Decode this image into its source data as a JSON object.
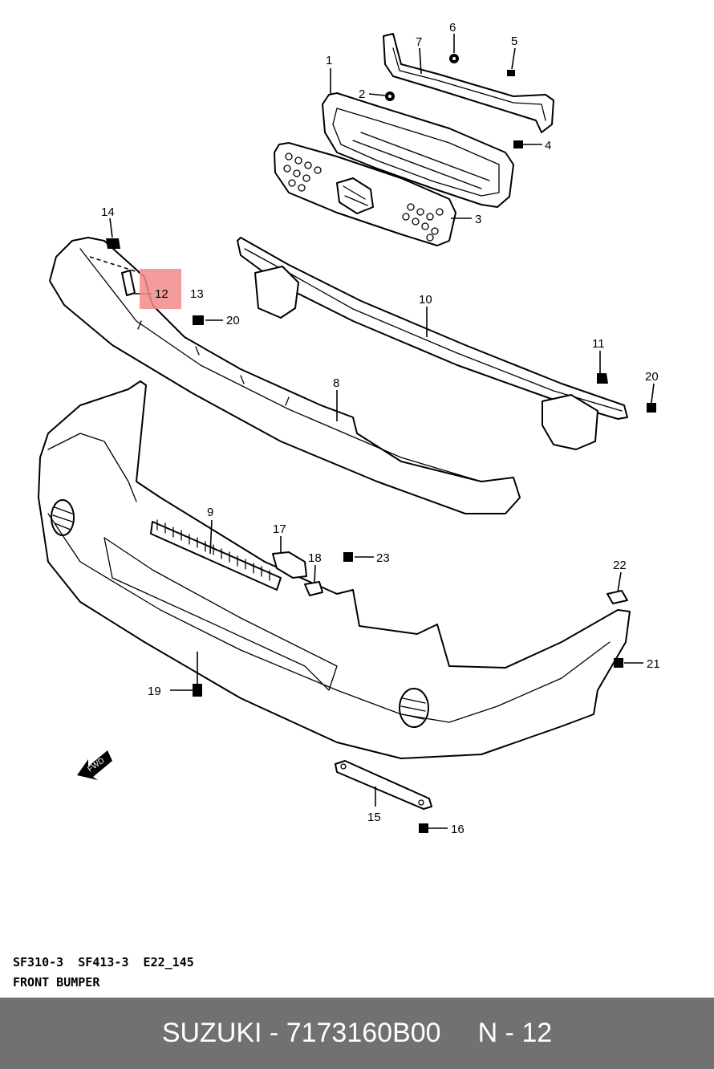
{
  "diagram": {
    "callouts": [
      "1",
      "2",
      "3",
      "4",
      "5",
      "6",
      "7",
      "8",
      "9",
      "10",
      "11",
      "12",
      "13",
      "14",
      "15",
      "16",
      "17",
      "18",
      "19",
      "20",
      "20",
      "21",
      "22",
      "23"
    ],
    "highlighted_callout": "12",
    "fwd_label": "FWD",
    "highlight_color": "#f28b8b"
  },
  "caption": {
    "codes": "SF310-3  SF413-3  E22_145",
    "title": "FRONT BUMPER"
  },
  "footer": {
    "brand_part": "SUZUKI - 7173160B00",
    "position": "N - 12",
    "background": "#717171"
  }
}
